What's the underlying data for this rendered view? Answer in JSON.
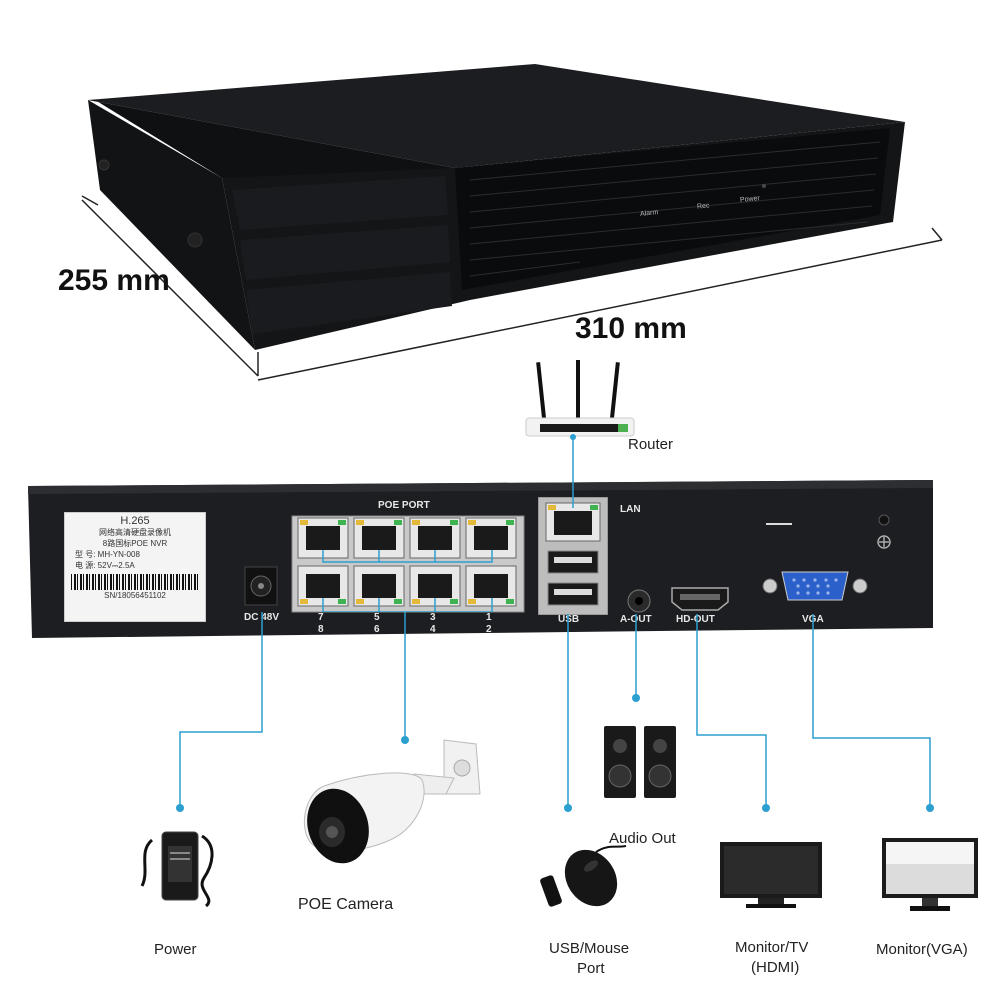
{
  "dimensions": {
    "depth": "255 mm",
    "width": "310 mm"
  },
  "front_panel": {
    "alarm": "Alarm",
    "rec": "Rec",
    "power": "Power"
  },
  "back_panel": {
    "poe_port": "POE PORT",
    "lan": "LAN",
    "dc": "DC 48V",
    "usb": "USB",
    "a_out": "A-OUT",
    "hd_out": "HD-OUT",
    "vga": "VGA",
    "port_numbers_top": [
      "7",
      "5",
      "3",
      "1"
    ],
    "port_numbers_bottom": [
      "8",
      "6",
      "4",
      "2"
    ]
  },
  "sticker": {
    "line1": "H.265",
    "line2": "网络高清硬盘录像机",
    "line3": "8路国标POE NVR",
    "line4": "型 号:   MH-YN-008",
    "line5": "电 源:   52V⎓2.5A",
    "serial": "SN/18056451102"
  },
  "devices": {
    "router": "Router",
    "power": "Power",
    "poe_camera": "POE Camera",
    "usb_mouse_line1": "USB/Mouse",
    "usb_mouse_line2": "Port",
    "audio_out": "Audio Out",
    "monitor_hdmi_line1": "Monitor/TV",
    "monitor_hdmi_line2": "(HDMI)",
    "monitor_vga": "Monitor(VGA)"
  },
  "colors": {
    "connector_line": "#2a9fd0",
    "chassis": "#15171a",
    "panel": "#1d1f22"
  }
}
